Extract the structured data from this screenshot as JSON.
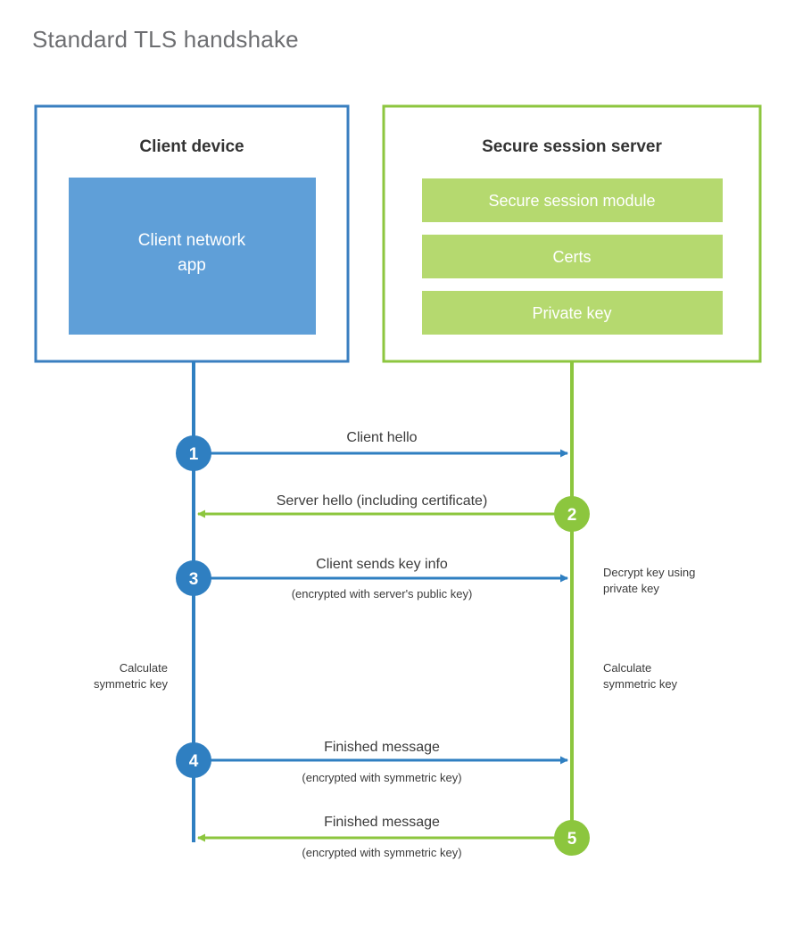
{
  "title": "Standard TLS handshake",
  "colors": {
    "client_border": "#3a7fc0",
    "client_fill": "#5f9fd8",
    "client_accent": "#2f7fc1",
    "server_border": "#8dc63f",
    "server_fill": "#b5d96f",
    "server_accent": "#8cc63e",
    "text_dark": "#333333",
    "text_body": "#3b3b3b",
    "title_gray": "#6d6e71",
    "background": "#ffffff"
  },
  "client": {
    "title": "Client device",
    "app_label": "Client network app"
  },
  "server": {
    "title": "Secure session server",
    "modules": [
      {
        "label": "Secure session module"
      },
      {
        "label": "Certs"
      },
      {
        "label": "Private key"
      }
    ]
  },
  "steps": [
    {
      "number": "1",
      "label": "Client hello",
      "sublabel": "",
      "direction": "client-to-server",
      "side": "client"
    },
    {
      "number": "2",
      "label": "Server hello (including certificate)",
      "sublabel": "",
      "direction": "server-to-client",
      "side": "server"
    },
    {
      "number": "3",
      "label": "Client sends key info",
      "sublabel": "(encrypted with server's public key)",
      "direction": "client-to-server",
      "side": "client"
    },
    {
      "number": "4",
      "label": "Finished message",
      "sublabel": "(encrypted with symmetric key)",
      "direction": "client-to-server",
      "side": "client"
    },
    {
      "number": "5",
      "label": "Finished message",
      "sublabel": "(encrypted with symmetric key)",
      "direction": "server-to-client",
      "side": "server"
    }
  ],
  "notes": {
    "server_decrypt_line1": "Decrypt key using",
    "server_decrypt_line2": "private key",
    "client_calc_line1": "Calculate",
    "client_calc_line2": "symmetric key",
    "server_calc_line1": "Calculate",
    "server_calc_line2": "symmetric key"
  }
}
